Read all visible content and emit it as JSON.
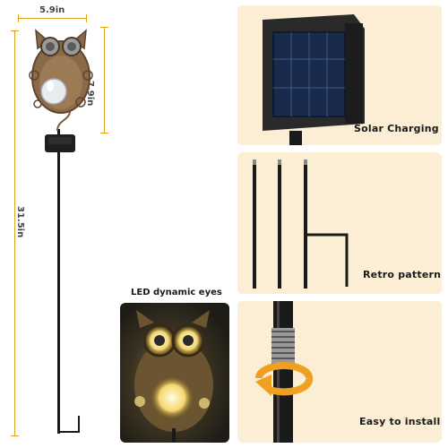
{
  "dimensions": {
    "width": "5.9in",
    "head_height": "7.9in",
    "total_height": "31.5in"
  },
  "features": [
    {
      "label": "Solar Charging"
    },
    {
      "label": "Retro pattern"
    },
    {
      "label": "Easy to install"
    }
  ],
  "night_view": {
    "caption": "LED dynamic eyes"
  },
  "colors": {
    "accent": "#e0a020",
    "panel_background": "#fbeed4",
    "stake": "#1a1a1a",
    "owl_bronze": "#8b6a4a"
  }
}
